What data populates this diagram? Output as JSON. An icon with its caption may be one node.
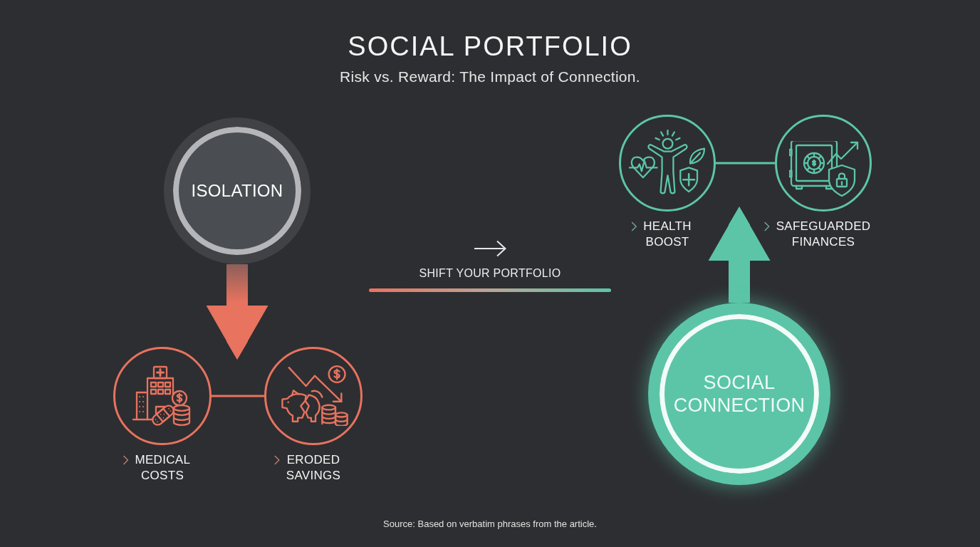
{
  "diagram": {
    "title": "SOCIAL PORTFOLIO",
    "caption": "Source: Based on verbatim phrases from the article.",
    "nodes": [
      {
        "text": [
          "ISOLATION"
        ]
      },
      {
        "text": [],
        "shape": "circle",
        "beside": [
          "MEDICAL COSTS"
        ]
      },
      {
        "text": [],
        "shape": "circle",
        "beside": [
          "ERODED SAVINGS"
        ]
      },
      {
        "text": [],
        "shape": "circle",
        "beside": [
          "HEALTH BOOST"
        ]
      },
      {
        "text": [],
        "shape": "circle",
        "beside": [
          "SAFEGUARDED FINANCES"
        ]
      },
      {
        "text": [
          "SOCIAL CONNECTION"
        ]
      }
    ],
    "edges": [
      {
        "from": 0,
        "to": 1,
        "arrow": "to",
        "style": "thick",
        "color": "#e8735f"
      },
      {
        "from": 0,
        "to": 2,
        "arrow": "to",
        "style": "thick",
        "color": "#e8735f"
      },
      {
        "from": 1,
        "to": 2,
        "arrow": "none",
        "color": "#e8735f"
      },
      {
        "from": 5,
        "to": 3,
        "arrow": "to",
        "style": "thick",
        "color": "#5cc5a8"
      },
      {
        "from": 5,
        "to": 4,
        "arrow": "to",
        "style": "thick",
        "color": "#5cc5a8"
      },
      {
        "from": 3,
        "to": 4,
        "arrow": "none",
        "color": "#5cc5a8"
      }
    ],
    "labels": [
      "Risk vs. Reward: The Impact of Connection.",
      "SHIFT YOUR PORTFOLIO"
    ]
  }
}
